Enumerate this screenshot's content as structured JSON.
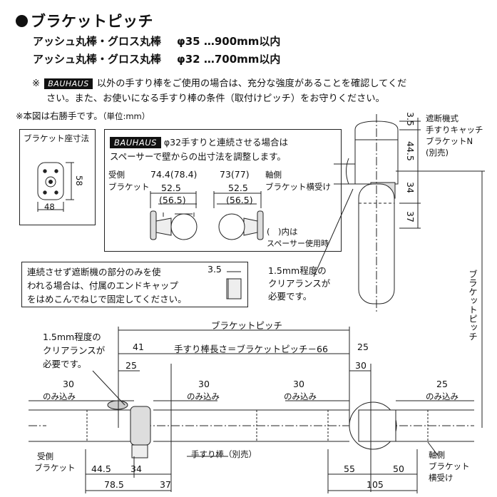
{
  "title": "ブラケットピッチ",
  "specs": [
    {
      "name": "アッシュ丸棒・グロス丸棒",
      "dim": "φ35 …900mm以内"
    },
    {
      "name": "アッシュ丸棒・グロス丸棒",
      "dim": "φ32 …700mm以内"
    }
  ],
  "note": {
    "mark": "※",
    "brand": "BAUHAUS",
    "line1_rest": "以外の手すり棒をご使用の場合は、充分な強度があることを確認してくだ",
    "line2": "さい。また、お使いになる手すり棒の条件（取付けピッチ）をお守りください。"
  },
  "figure_note": {
    "main": "※本図は右勝手です。",
    "unit": "（単位:mm）"
  },
  "bracket_box": {
    "title": "ブラケット座寸法",
    "dim_h": "58",
    "dim_w": "48"
  },
  "spacer_box": {
    "brand": "BAUHAUS",
    "line1": "φ32手すりと連続させる場合は",
    "line2": "スペーサーで壁からの出寸法を調整します。",
    "recv_label1": "受側",
    "recv_label2": "ブラケット",
    "shaft_label1": "軸側",
    "shaft_label2": "ブラケット横受け",
    "dim_a": "74.4(78.4)",
    "dim_b": "52.5",
    "dim_c": "(56.5)",
    "dim_d": "73(77)",
    "dim_e": "52.5",
    "dim_f": "(56.5)",
    "paren_note1": "(　)内は",
    "paren_note2": "スペーサー使用時"
  },
  "endcap_box": {
    "line1": "連続させず遮断機の部分のみを使",
    "line2": "われる場合は、付属のエンドキャップ",
    "line3": "をはめこんでねじで固定してください。",
    "dim": "3.5"
  },
  "catch": {
    "label1": "遮断機式",
    "label2": "手すりキャッチ",
    "label3": "ブラケットN",
    "label4": "(別売)",
    "dim_top": "3.5",
    "dim_a": "44.5",
    "dim_b": "34",
    "dim_c": "37",
    "clear1": "1.5mm程度の",
    "clear2": "クリアランスが",
    "clear3": "必要です。",
    "pitch_vertical": "ブラケットピッチ"
  },
  "main": {
    "pitch": "ブラケットピッチ",
    "rod_length": "手すり棒長さ＝ブラケットピッチ－66",
    "d41": "41",
    "d25a": "25",
    "d25b": "25",
    "d30a": "30",
    "d25c": "25",
    "inset1": "30",
    "inset2": "30",
    "inset3": "30",
    "inset4": "25",
    "inset_word": "のみ込み",
    "clear1": "1.5mm程度の",
    "clear2": "クリアランスが",
    "clear3": "必要です。",
    "recv1": "受側",
    "recv2": "ブラケット",
    "rod_label": "手すり棒（別売）",
    "shaft1": "軸側",
    "shaft2": "ブラケット",
    "shaft3": "横受け",
    "b44_5": "44.5",
    "b34": "34",
    "b37": "37",
    "b78_5": "78.5",
    "b55": "55",
    "b50": "50",
    "b105": "105"
  }
}
